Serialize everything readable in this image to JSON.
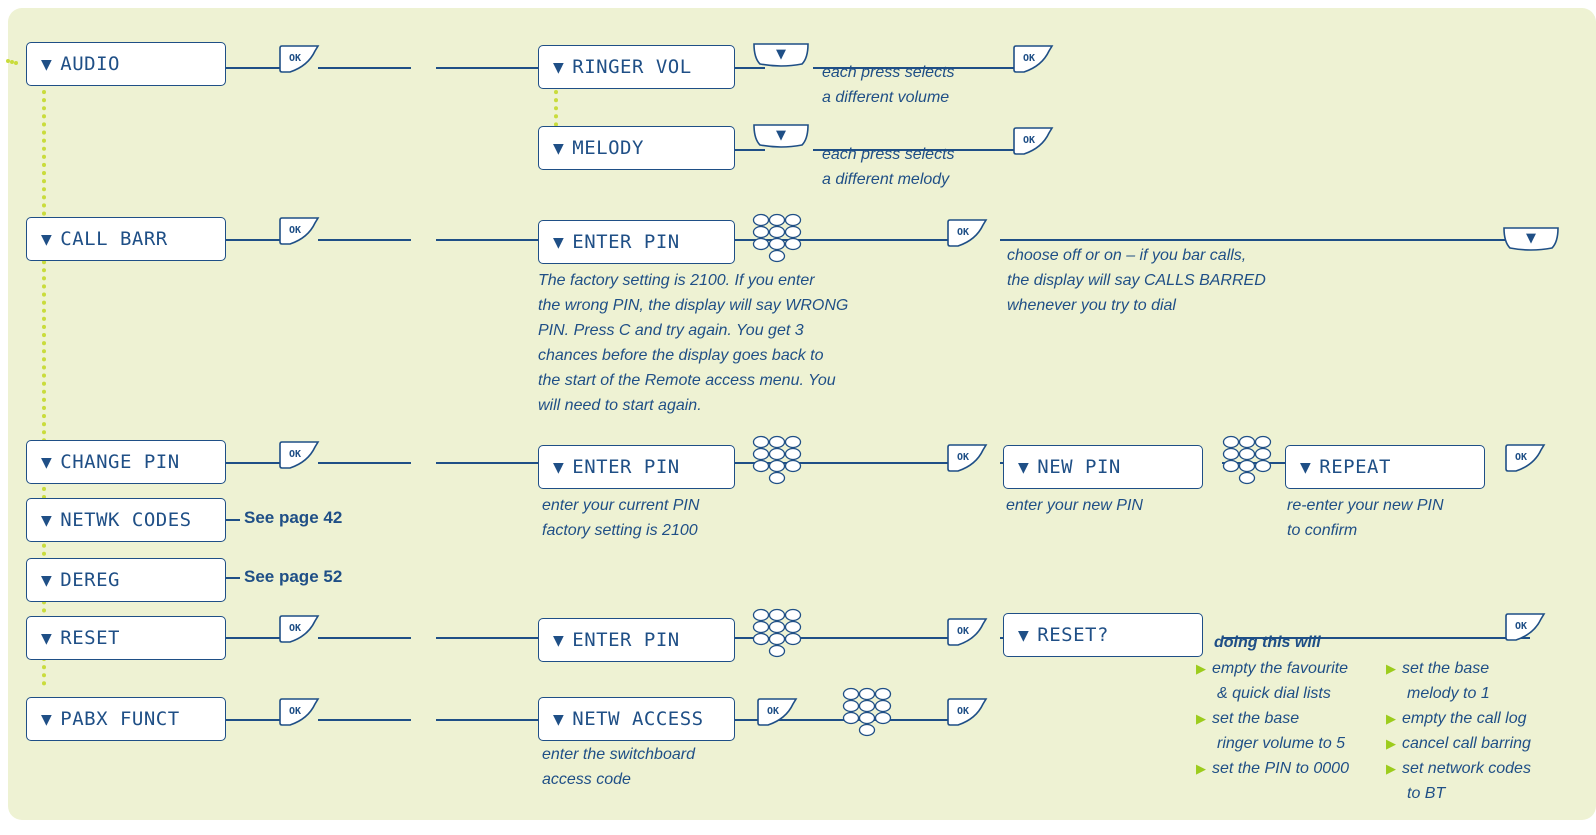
{
  "key_labels": {
    "ok": "OK",
    "scroll": "▼"
  },
  "colors": {
    "accent": "#1f4f86",
    "panel": "#eef2d3",
    "connector": "#c9dc3c",
    "bullet": "#9ccc1c"
  },
  "menu": {
    "audio": "AUDIO",
    "call_barr": "CALL BARR",
    "change_pin": "CHANGE PIN",
    "netwk_codes": "NETWK CODES",
    "dereg": "DEREG",
    "reset": "RESET",
    "pabx_funct": "PABX FUNCT"
  },
  "refs": {
    "netwk_codes": "See page 42",
    "dereg": "See page 52"
  },
  "sub": {
    "ringer_vol": "RINGER VOL",
    "melody": "MELODY",
    "enter_pin": "ENTER PIN",
    "new_pin": "NEW PIN",
    "repeat": "REPEAT",
    "reset_q": "RESET?",
    "netw_access": "NETW ACCESS"
  },
  "notes": {
    "ringer": [
      "each press selects",
      "a different volume"
    ],
    "melody": [
      "each press selects",
      "a different melody"
    ],
    "callbarr_pin": [
      "The factory setting is 2100. If you enter",
      "the wrong PIN, the display will say WRONG",
      "PIN. Press C and try again. You get 3",
      "chances before the display goes back to",
      "the start of the Remote access menu. You",
      "will need to start again."
    ],
    "callbarr_choose": [
      "choose off or on – if you bar calls,",
      "the display will say CALLS BARRED",
      "whenever you try to dial"
    ],
    "current_pin": [
      "enter your current PIN",
      "factory setting is 2100"
    ],
    "new_pin": "enter your new PIN",
    "repeat": [
      "re-enter your new PIN",
      "to confirm"
    ],
    "switchboard": [
      "enter the switchboard",
      "access code"
    ]
  },
  "reset_info": {
    "heading": "doing this will",
    "col1": [
      [
        "empty the favourite",
        "& quick dial lists"
      ],
      [
        "set the base",
        "ringer volume to 5"
      ],
      [
        "set the PIN to 0000"
      ]
    ],
    "col2": [
      [
        "set the base",
        "melody to 1"
      ],
      [
        "empty the call log"
      ],
      [
        "cancel call barring"
      ],
      [
        "set network codes",
        "to BT"
      ]
    ]
  }
}
